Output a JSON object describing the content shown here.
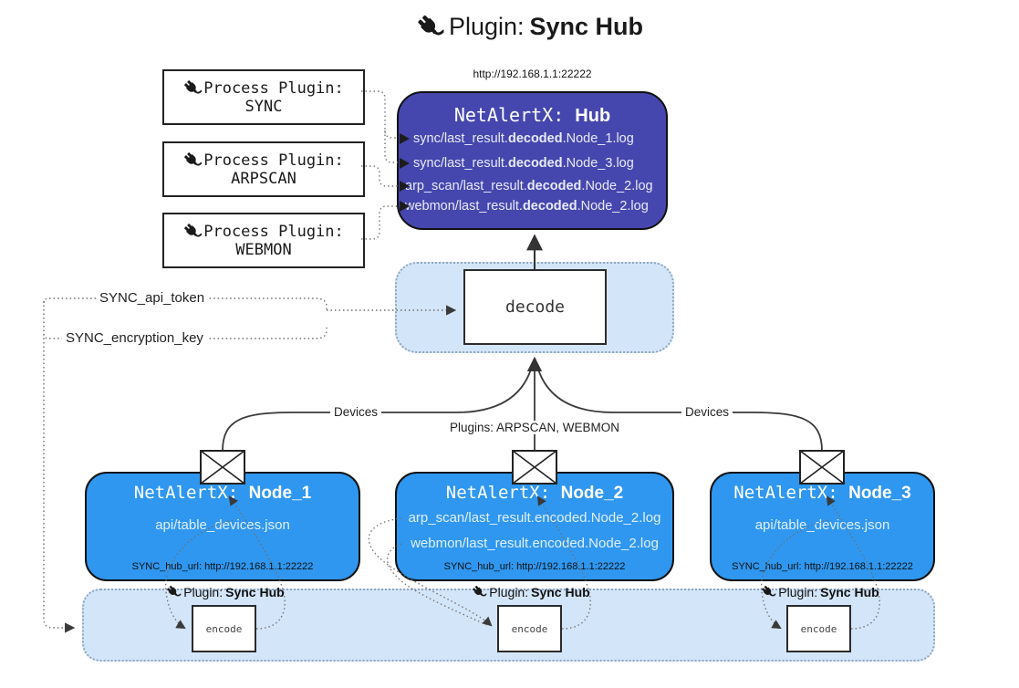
{
  "title": {
    "icon": "plug-icon",
    "prefix": "Plugin:",
    "name": "Sync Hub"
  },
  "process_plugins": [
    {
      "label": "Process Plugin:",
      "name": "SYNC"
    },
    {
      "label": "Process Plugin:",
      "name": "ARPSCAN"
    },
    {
      "label": "Process Plugin:",
      "name": "WEBMON"
    }
  ],
  "hub": {
    "url": "http://192.168.1.1:22222",
    "title_prefix": "NetAlertX: ",
    "title_name": "Hub",
    "logs": [
      {
        "pre": "sync/last_result.",
        "bold": "decoded",
        "post": ".Node_1.log"
      },
      {
        "pre": "sync/last_result.",
        "bold": "decoded",
        "post": ".Node_3.log"
      },
      {
        "pre": "arp_scan/last_result.",
        "bold": "decoded",
        "post": ".Node_2.log"
      },
      {
        "pre": "webmon/last_result.",
        "bold": "decoded",
        "post": ".Node_2.log"
      }
    ]
  },
  "decode": {
    "label": "decode"
  },
  "secrets": [
    {
      "label": "SYNC_api_token"
    },
    {
      "label": "SYNC_encryption_key"
    }
  ],
  "edge_labels": {
    "left": "Devices",
    "middle": "Plugins: ARPSCAN, WEBMON",
    "right": "Devices"
  },
  "nodes": [
    {
      "title_prefix": "NetAlertX: ",
      "title_name": "Node_1",
      "files": [
        "api/table_devices.json"
      ],
      "hub_url": "SYNC_hub_url: http://192.168.1.1:22222"
    },
    {
      "title_prefix": "NetAlertX: ",
      "title_name": "Node_2",
      "files": [
        "arp_scan/last_result.encoded.Node_2.log",
        "webmon/last_result.encoded.Node_2.log"
      ],
      "hub_url": "SYNC_hub_url: http://192.168.1.1:22222"
    },
    {
      "title_prefix": "NetAlertX: ",
      "title_name": "Node_3",
      "files": [
        "api/table_devices.json"
      ],
      "hub_url": "SYNC_hub_url: http://192.168.1.1:22222"
    }
  ],
  "encode_plugins": [
    {
      "prefix": "Plugin:",
      "name": "Sync Hub",
      "box_label": "encode"
    },
    {
      "prefix": "Plugin:",
      "name": "Sync Hub",
      "box_label": "encode"
    },
    {
      "prefix": "Plugin:",
      "name": "Sync Hub",
      "box_label": "encode"
    }
  ],
  "colors": {
    "hub_fill": "#4547ae",
    "node_fill": "#2f97ef",
    "panel_fill": "#d3e5f8",
    "line": "#333333",
    "dotted_line": "#6f6f6f"
  }
}
